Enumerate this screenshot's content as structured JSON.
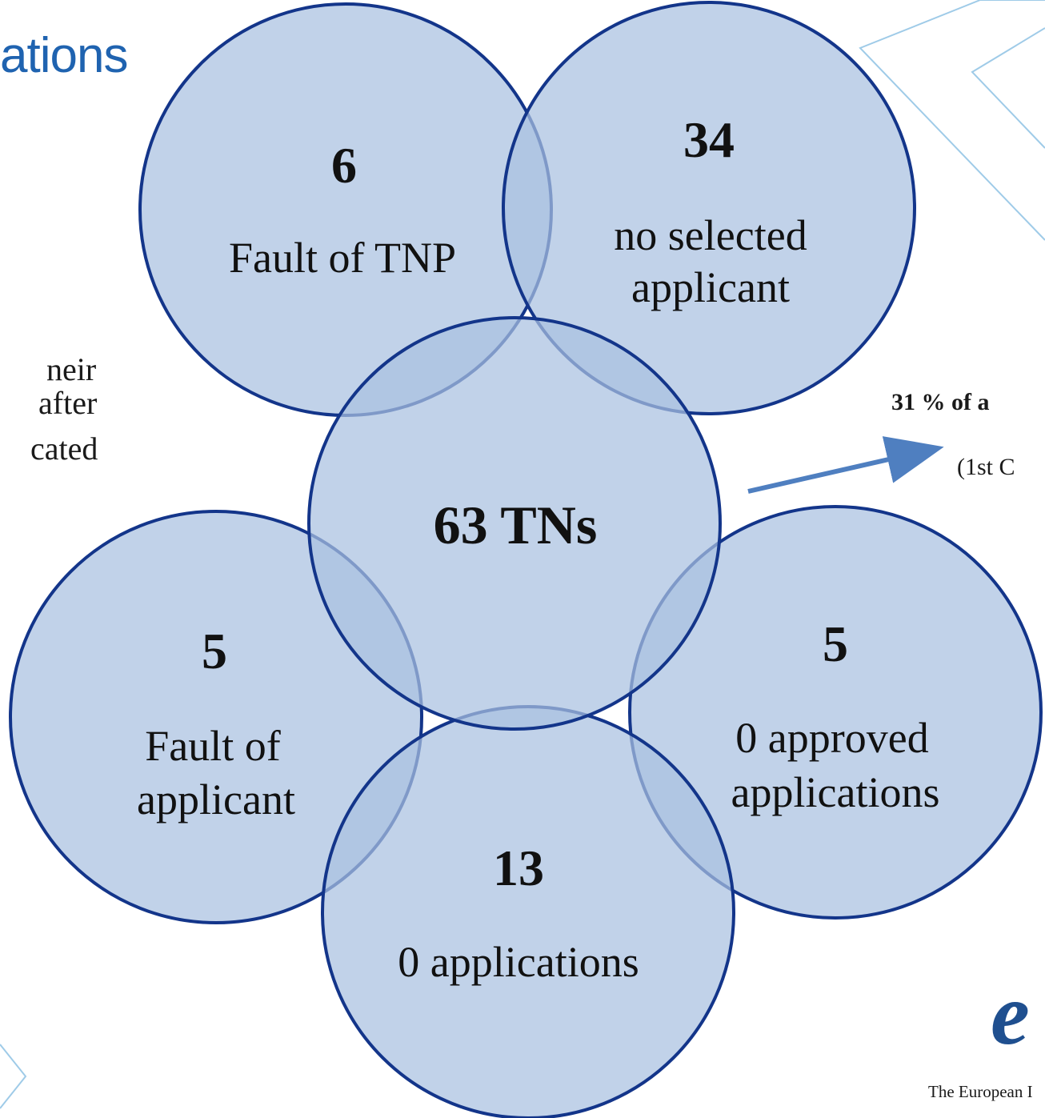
{
  "title": "ations",
  "left_text": [
    "neir",
    "after",
    "cated"
  ],
  "right_text": {
    "percent": "31 % of a",
    "call": "(1st C"
  },
  "center": {
    "label": "63 TNs"
  },
  "circles": [
    {
      "id": "fault-tnp",
      "value": "6",
      "label_lines": [
        "Fault of TNP"
      ]
    },
    {
      "id": "no-selected",
      "value": "34",
      "label_lines": [
        "no selected",
        "applicant"
      ]
    },
    {
      "id": "fault-applicant",
      "value": "5",
      "label_lines": [
        "Fault of",
        "applicant"
      ]
    },
    {
      "id": "zero-approved",
      "value": "5",
      "label_lines": [
        "0 approved",
        "applications"
      ]
    },
    {
      "id": "zero-applications",
      "value": "13",
      "label_lines": [
        "0 applications"
      ]
    }
  ],
  "logo": {
    "letter": "e",
    "text": "The European I"
  },
  "colors": {
    "circle_fill": "#a9c1e0",
    "circle_stroke": "#13358a",
    "overlap": "#7a9fcc",
    "arrow": "#4f7fc0",
    "title": "#1f63b0",
    "deco_line": "#9fcbe8"
  }
}
